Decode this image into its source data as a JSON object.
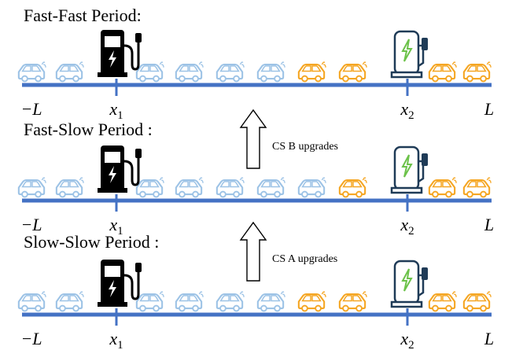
{
  "colors": {
    "axis": "#4472c4",
    "car_blue": "#9dc3e6",
    "car_orange": "#f5a623",
    "station_black": "#000000",
    "station_outline": "#1f3b57",
    "bolt_green": "#6cc24a",
    "arrow_stroke": "#000000"
  },
  "icons": {
    "car": "electric-car-icon",
    "station_a": "charging-station-icon",
    "station_b": "charging-station-outline-icon"
  },
  "labels": {
    "left_end": "−L",
    "right_end": "L",
    "x1": "x",
    "x1_sub": "1",
    "x2": "x",
    "x2_sub": "2"
  },
  "panels": [
    {
      "id": "fast-fast",
      "title": "Fast-Fast Period:",
      "station_a_style": "filled",
      "station_b_style": "outline",
      "cars": [
        "blue",
        "blue",
        "blue",
        "blue",
        "blue",
        "blue",
        "orange",
        "orange",
        "orange",
        "orange",
        "orange",
        "orange"
      ]
    },
    {
      "id": "fast-slow",
      "title": "Fast-Slow Period :",
      "station_a_style": "filled",
      "station_b_style": "outline",
      "cars": [
        "blue",
        "blue",
        "blue",
        "blue",
        "blue",
        "blue",
        "blue",
        "orange",
        "orange",
        "orange",
        "orange",
        "orange"
      ]
    },
    {
      "id": "slow-slow",
      "title": "Slow-Slow Period :",
      "station_a_style": "filled",
      "station_b_style": "outline",
      "cars": [
        "blue",
        "blue",
        "blue",
        "blue",
        "blue",
        "blue",
        "orange",
        "orange",
        "orange",
        "orange",
        "orange",
        "orange"
      ]
    }
  ],
  "arrows": [
    {
      "label": "CS B upgrades"
    },
    {
      "label": "CS A upgrades"
    }
  ]
}
